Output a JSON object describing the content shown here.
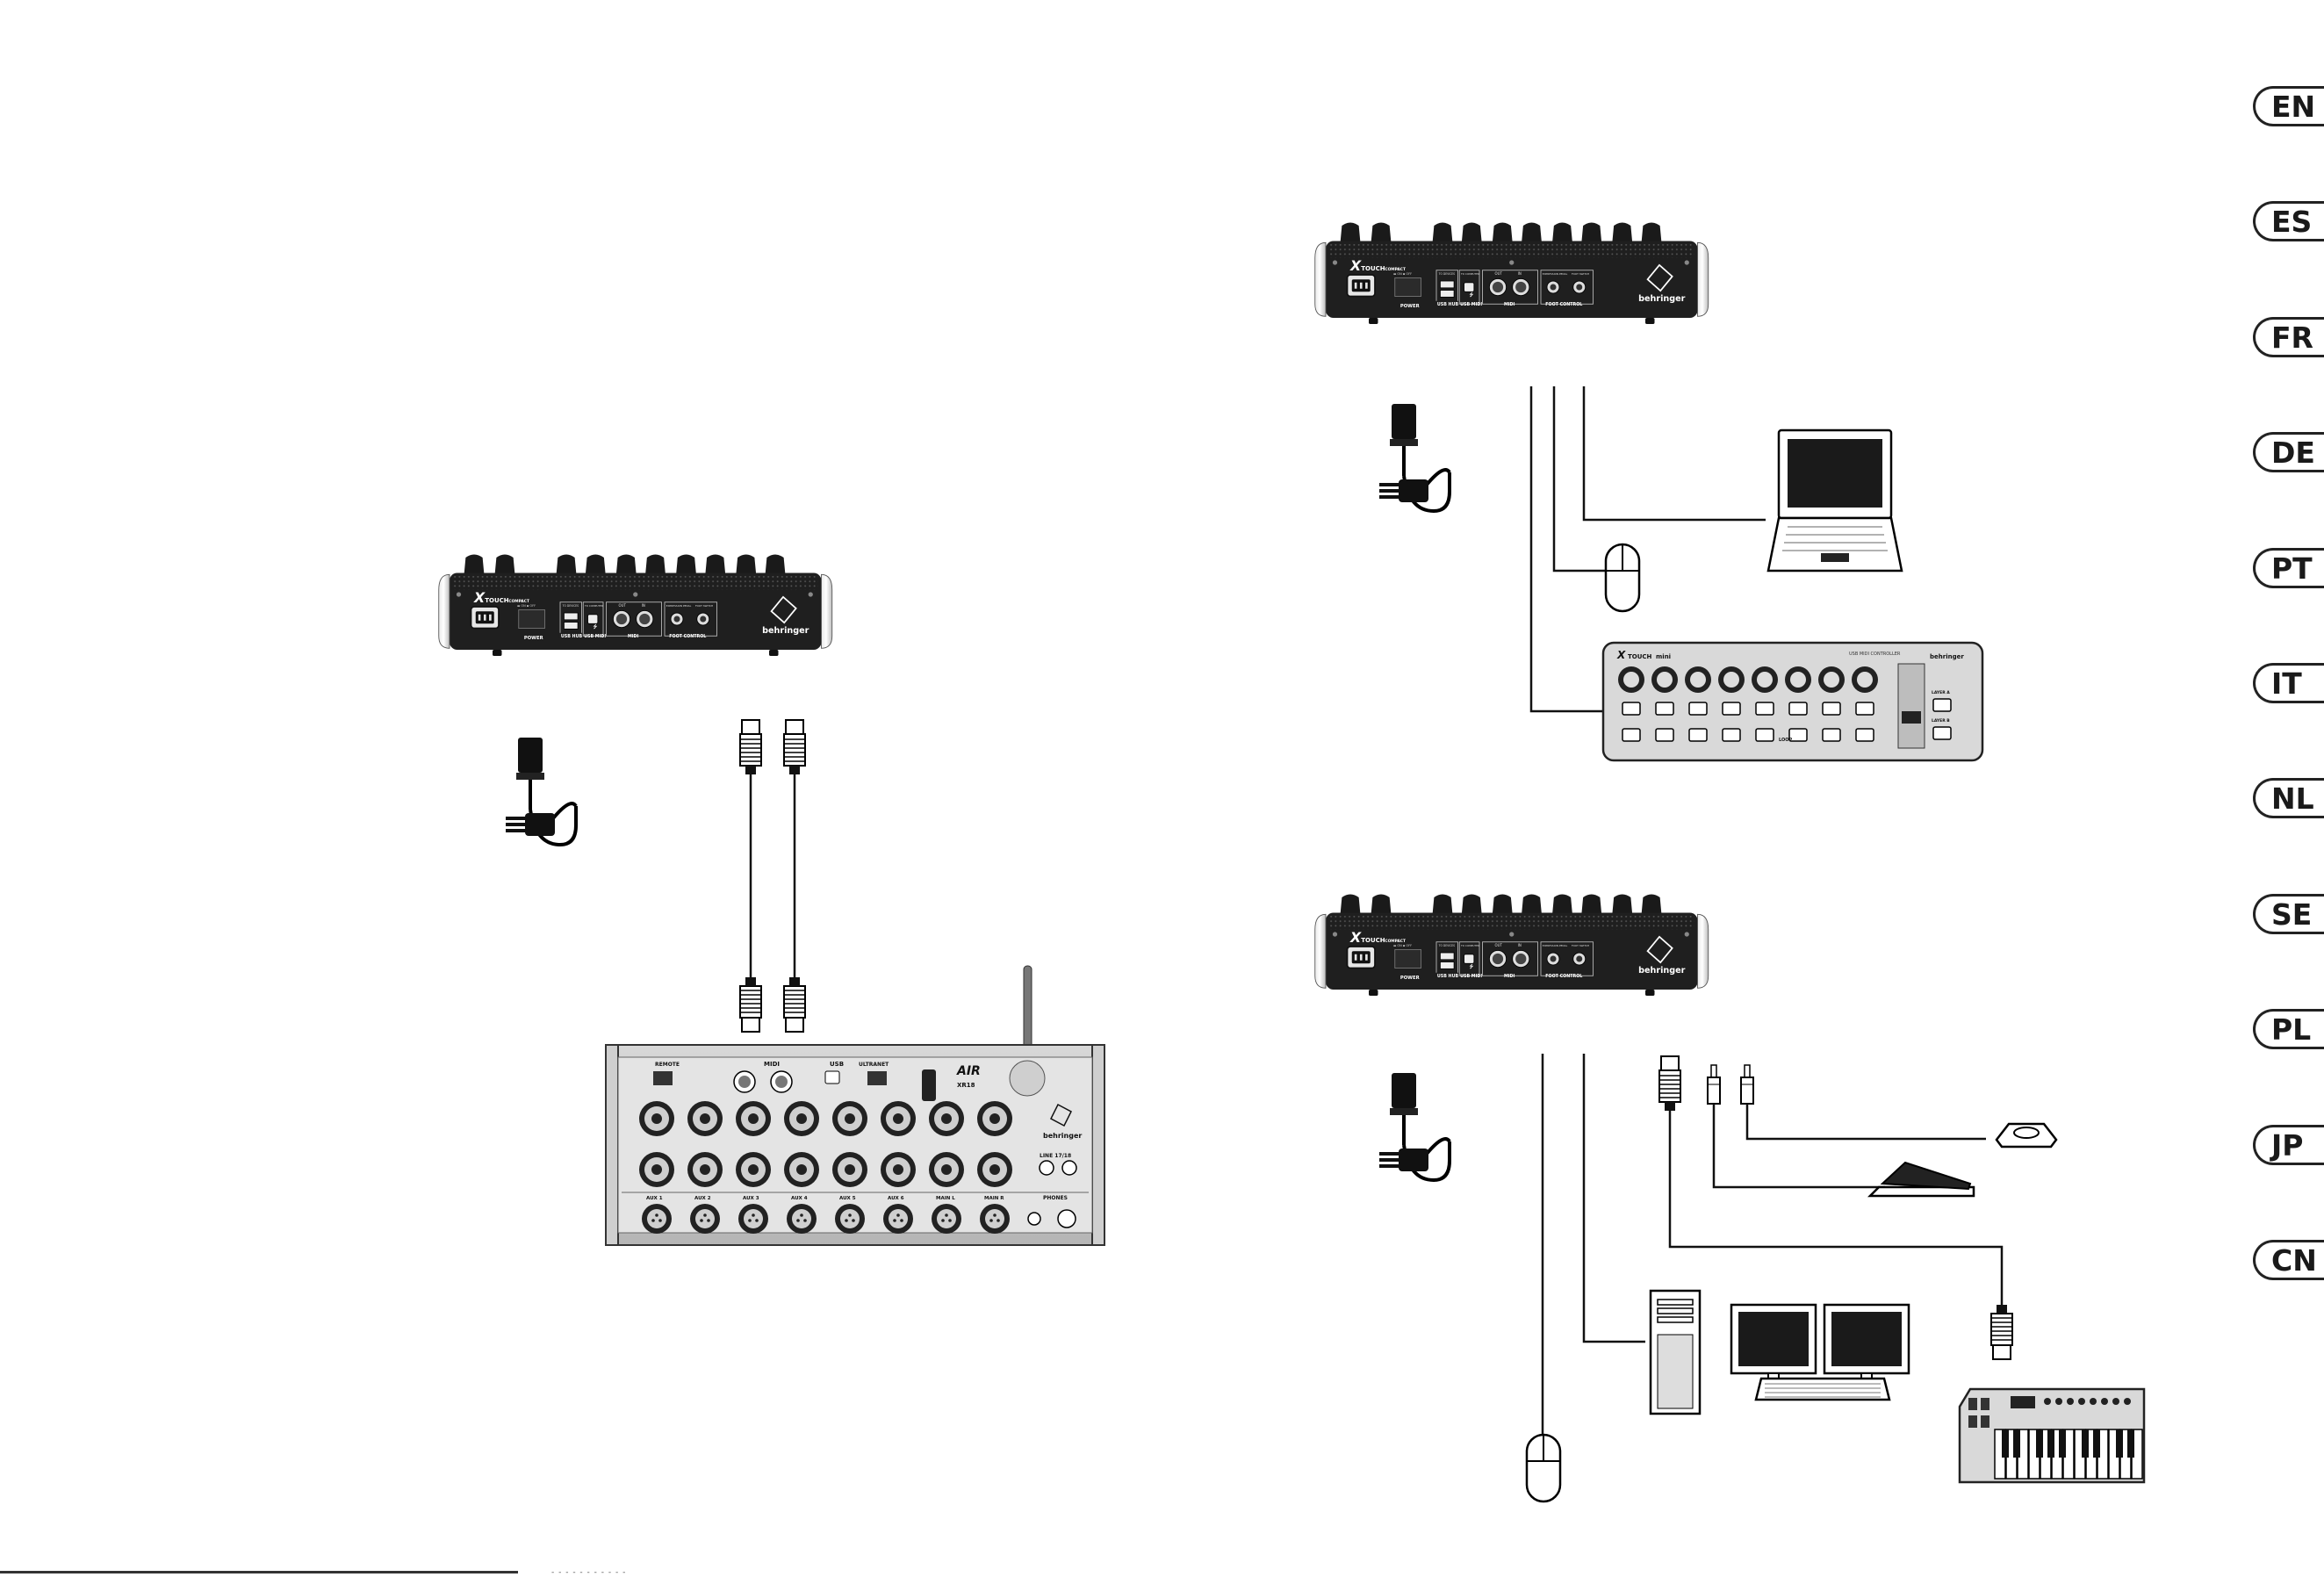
{
  "languages": [
    "EN",
    "ES",
    "FR",
    "DE",
    "PT",
    "IT",
    "NL",
    "SE",
    "PL",
    "JP",
    "CN"
  ],
  "xtouch": {
    "logo": "TOUCH",
    "logo_small": "COMPACT",
    "brand": "behringer",
    "power_on": "ON",
    "power_off": "OFF",
    "power_label": "POWER",
    "usb_to_devices": "TO DEVICES",
    "usb_to_computer": "TO COMPUTER",
    "usb_hub": "USB HUB",
    "usb_midi": "USB MIDI",
    "midi_out": "OUT",
    "midi_in": "IN",
    "midi_label": "MIDI",
    "expression_pedal": "EXPRESSION PEDAL",
    "foot_switch": "FOOT SWITCH",
    "foot_control": "FOOT CONTROL"
  },
  "xair": {
    "remote": "REMOTE",
    "midi": "MIDI",
    "usb": "USB",
    "ultranet": "ULTRANET",
    "logo": "AIR",
    "model": "XR18",
    "brand": "behringer",
    "line": "LINE 17/18",
    "phones": "PHONES",
    "aux_labels": [
      "AUX 1",
      "AUX 2",
      "AUX 3",
      "AUX 4",
      "AUX 5",
      "AUX 6",
      "MAIN L",
      "MAIN R"
    ]
  },
  "xtouch_mini": {
    "logo": "TOUCH",
    "logo_small": "mini",
    "subtitle": "USB MIDI CONTROLLER",
    "brand": "behringer",
    "layer_a": "LAYER A",
    "layer_b": "LAYER B",
    "loop": "LOOP"
  },
  "footer": "- - - -  - - -  - - - -"
}
